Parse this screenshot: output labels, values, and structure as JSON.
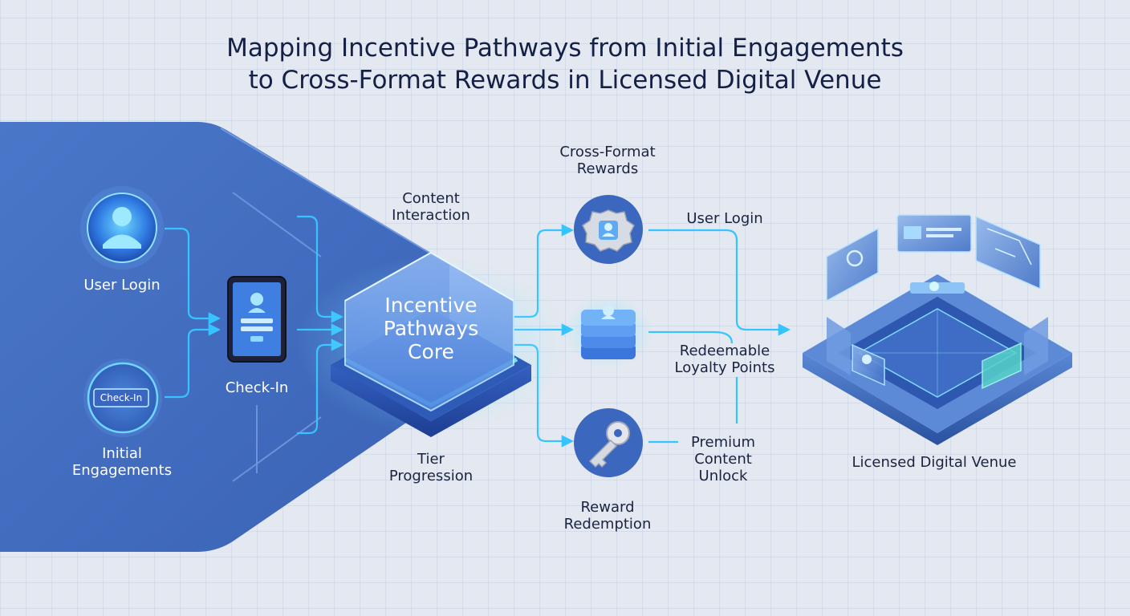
{
  "title": {
    "line1": "Mapping Incentive Pathways from Initial Engagements",
    "line2": "to Cross-Format Rewards in Licensed Digital Venue"
  },
  "left_panel": {
    "user_login": "User Login",
    "check_in_badge": "Check-In",
    "initial_engagements": [
      "Initial",
      "Engagements"
    ],
    "check_in": "Check-In"
  },
  "core": {
    "label": [
      "Incentive",
      "Pathways",
      "Core"
    ],
    "content_interaction": [
      "Content",
      "Interaction"
    ],
    "tier_progression": [
      "Tier",
      "Progression"
    ]
  },
  "rewards": {
    "cross_format": [
      "Cross-Format",
      "Rewards"
    ],
    "user_login": "User Login",
    "loyalty_points": [
      "Redeemable",
      "Loyalty Points"
    ],
    "premium_unlock": [
      "Premium",
      "Content",
      "Unlock"
    ],
    "reward_redemption": [
      "Reward",
      "Redemption"
    ]
  },
  "venue": {
    "label": "Licensed Digital Venue"
  },
  "icons": {
    "user_login": "user-avatar-icon",
    "check_in": "check-in-badge-icon",
    "tablet": "tablet-login-icon",
    "cross_format": "gear-user-icon",
    "loyalty": "stacked-layers-icon",
    "unlock": "key-icon",
    "venue": "digital-venue-platform-icon"
  },
  "colors": {
    "background": "#e4e8f0",
    "panel": "#3f6bbf",
    "accent_cyan": "#35c4ff",
    "title": "#142046"
  }
}
